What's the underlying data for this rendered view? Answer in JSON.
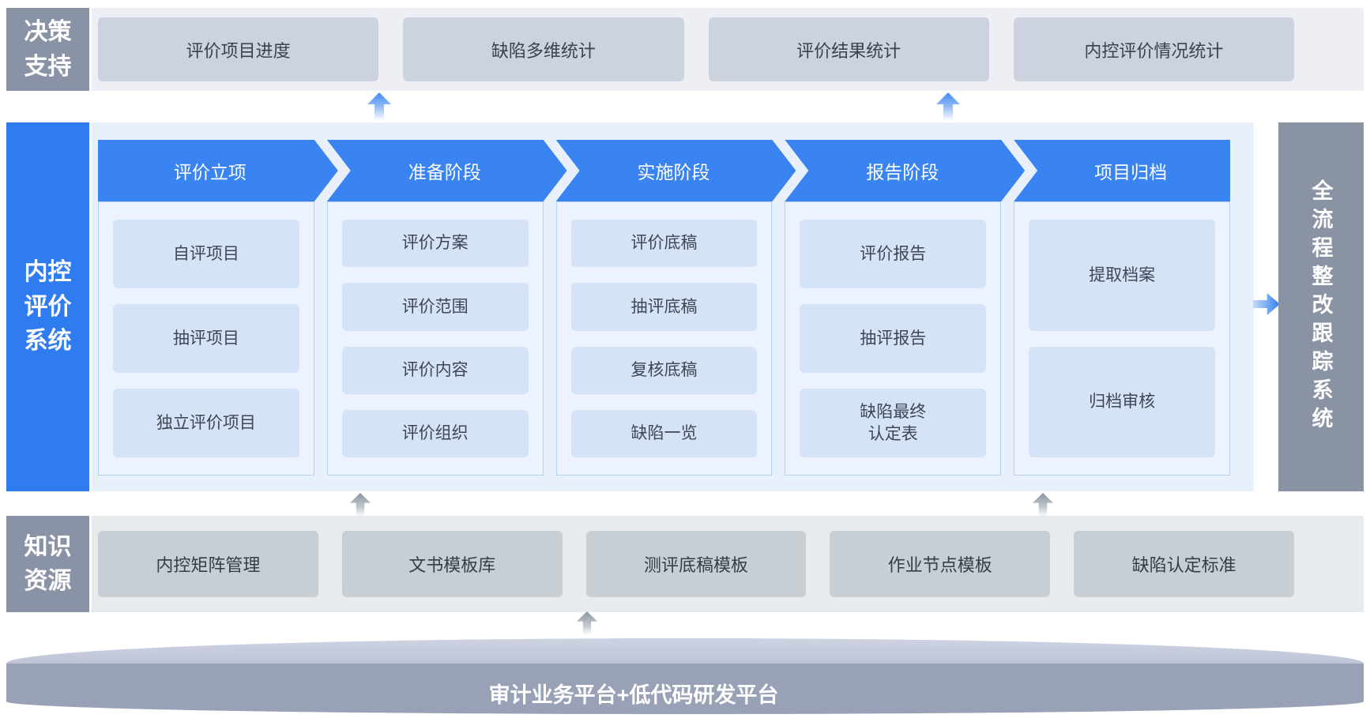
{
  "colors": {
    "accent_blue": "#3A84F2",
    "label_blue": "#2F7CF0",
    "label_gray": "#8A93A6",
    "band_gray": "#EDEFF4",
    "box_gray": "#CCD3DF",
    "panel_blue_bg": "#E8F0FC",
    "item_blue": "#D5E3F9",
    "platform_gray": "#99A1B7"
  },
  "decision_support": {
    "label": "决策\n支持",
    "items": [
      "评价项目进度",
      "缺陷多维统计",
      "评价结果统计",
      "内控评价情况统计"
    ]
  },
  "main_system": {
    "label": "内控\n评价\n系统",
    "stages": [
      {
        "title": "评价立项",
        "items": [
          "自评项目",
          "抽评项目",
          "独立评价项目"
        ]
      },
      {
        "title": "准备阶段",
        "items": [
          "评价方案",
          "评价范围",
          "评价内容",
          "评价组织"
        ]
      },
      {
        "title": "实施阶段",
        "items": [
          "评价底稿",
          "抽评底稿",
          "复核底稿",
          "缺陷一览"
        ]
      },
      {
        "title": "报告阶段",
        "items": [
          "评价报告",
          "抽评报告",
          "缺陷最终\n认定表"
        ]
      },
      {
        "title": "项目归档",
        "items": [
          "提取档案",
          "归档审核"
        ]
      }
    ]
  },
  "tracking_system": {
    "label": "全流程整改跟踪系统"
  },
  "knowledge_resources": {
    "label": "知识\n资源",
    "items": [
      "内控矩阵管理",
      "文书模板库",
      "测评底稿模板",
      "作业节点模板",
      "缺陷认定标准"
    ]
  },
  "platform": {
    "label": "审计业务平台+低代码研发平台"
  }
}
